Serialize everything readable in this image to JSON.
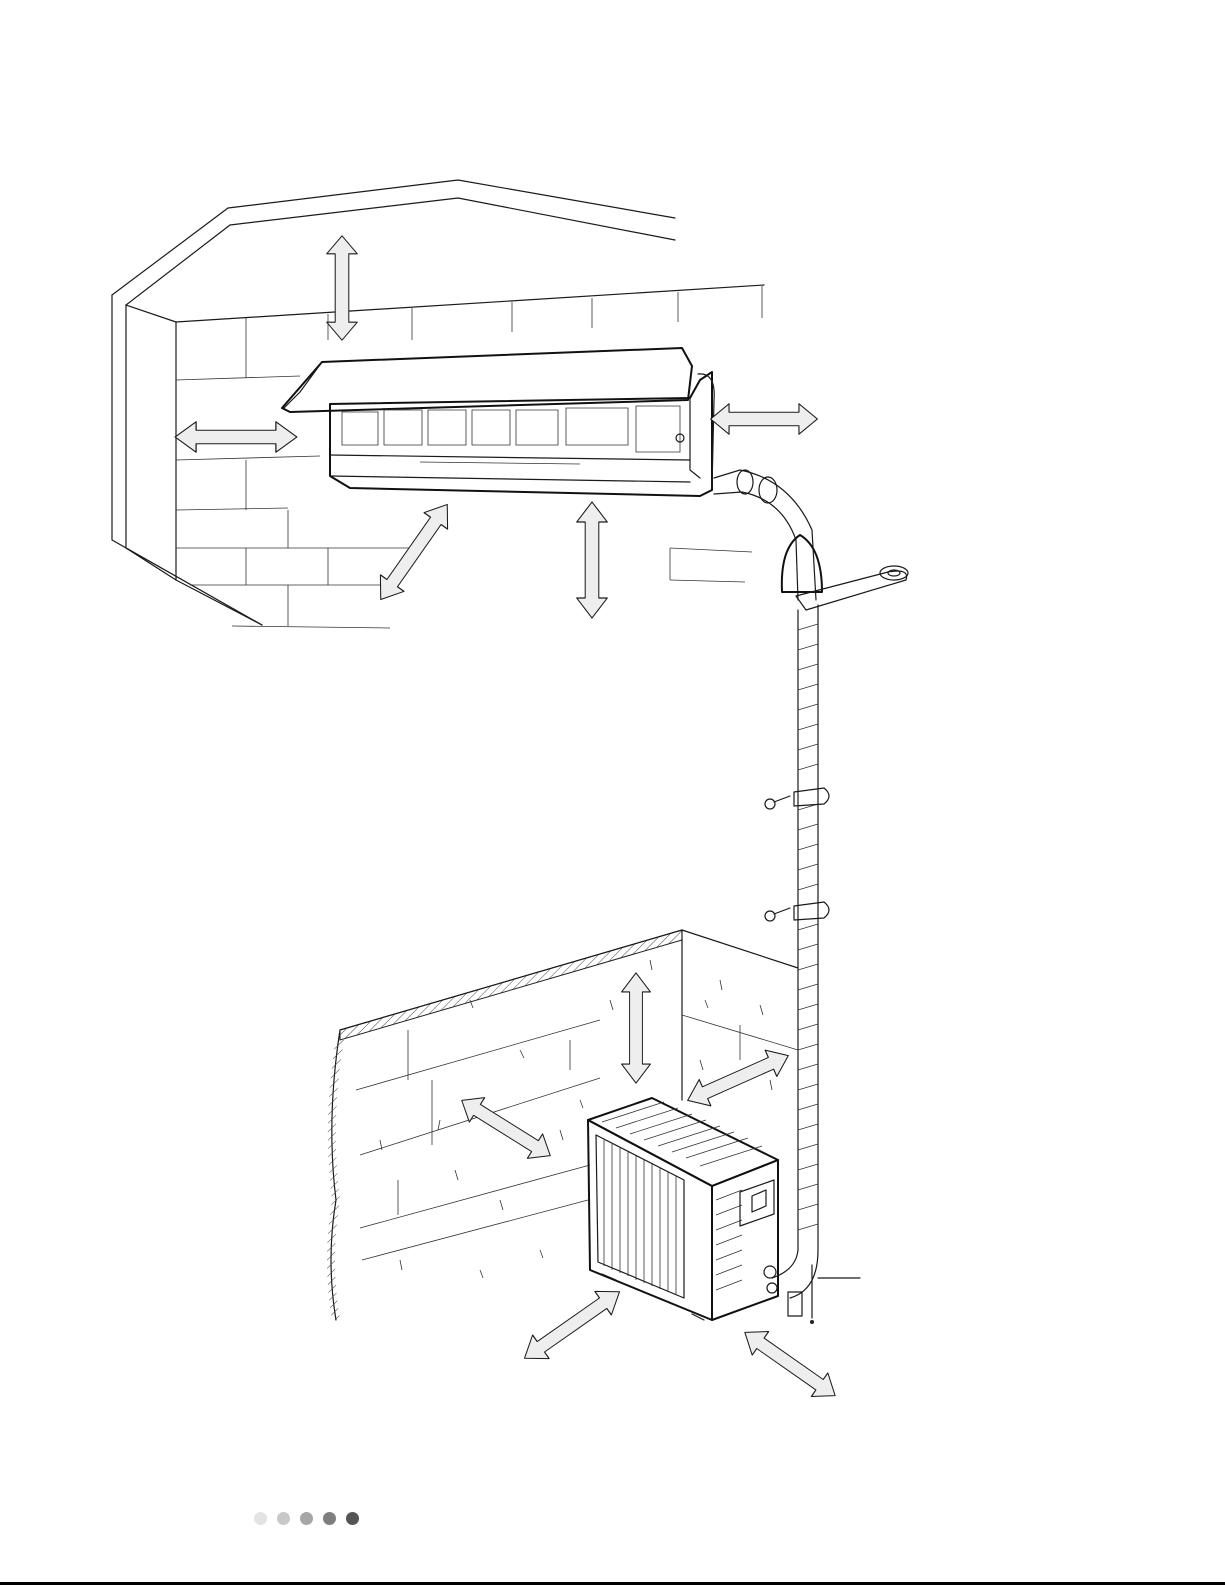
{
  "figure": {
    "type": "installation-clearance-diagram",
    "components": [
      "indoor-unit",
      "outdoor-unit",
      "refrigerant-piping",
      "drain-hose"
    ],
    "clearance_arrows": {
      "indoor_unit": [
        "top",
        "left",
        "right",
        "front",
        "bottom"
      ],
      "outdoor_unit": [
        "top",
        "rear-left",
        "rear-right",
        "front-left",
        "front-right"
      ]
    }
  },
  "colors": {
    "line": "#1a1a1a",
    "arrow_fill": "#eeeeee",
    "wall_fill": "#ffffff"
  },
  "page_indicator": {
    "dots": [
      "#e3e3e3",
      "#c8c8c8",
      "#a6a6a6",
      "#7f7f7f",
      "#555555"
    ]
  }
}
